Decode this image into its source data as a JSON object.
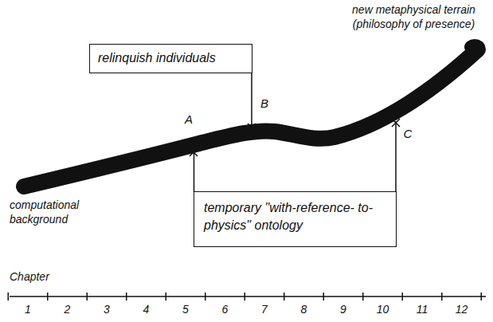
{
  "diagram": {
    "nodes": [
      {
        "text": [
          "relinquish individuals"
        ]
      },
      {
        "text": [
          "temporary \"with-reference- to-physics\" ontology"
        ]
      }
    ],
    "labels": [
      "new metaphysical terrain (philosophy of presence)",
      "computational background",
      "A",
      "B",
      "C",
      "Chapter",
      "1",
      "2",
      "3",
      "4",
      "5",
      "6",
      "7",
      "8",
      "9",
      "10",
      "11",
      "12"
    ]
  }
}
